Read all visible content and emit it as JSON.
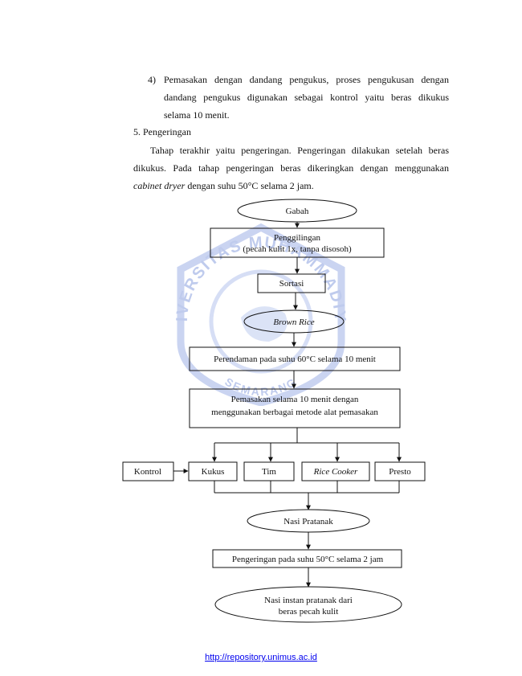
{
  "list_item_4": {
    "number": "4)",
    "lines": [
      "Pemasakan dengan dandang pengukus, proses pengukusan dengan",
      "dandang pengukus digunakan sebagai kontrol yaitu beras dikukus",
      "selama 10 menit."
    ]
  },
  "section_5": {
    "heading": "5. Pengeringan",
    "lines": [
      "Tahap terakhir yaitu pengeringan. Pengeringan dilakukan setelah beras",
      "dikukus. Pada tahap pengeringan beras dikeringkan dengan menggunakan"
    ],
    "last_line_italic": "cabinet dryer",
    "last_line_rest": " dengan suhu 50°C selama 2 jam."
  },
  "flowchart": {
    "gabah": "Gabah",
    "penggilingan": "Penggilingan",
    "penggilingan_sub": "(pecah kulit 1x, tanpa disosoh)",
    "sortasi": "Sortasi",
    "brown_rice": "Brown Rice",
    "perendaman": "Perendaman pada suhu 60°C selama 10 menit",
    "pemasakan_line1": "Pemasakan selama 10 menit dengan",
    "pemasakan_line2": "menggunakan berbagai metode alat pemasakan",
    "kontrol": "Kontrol",
    "kukus": "Kukus",
    "tim": "Tim",
    "rice_cooker": "Rice Cooker",
    "presto": "Presto",
    "nasi_pratanak": "Nasi Pratanak",
    "pengeringan": "Pengeringan pada suhu 50°C selama 2 jam",
    "nasi_instan_line1": "Nasi instan pratanak dari",
    "nasi_instan_line2": "beras pecah kulit"
  },
  "watermark": {
    "top_text": "UNIVERSITAS MUHAMMADIYAH",
    "bottom_text": "SEMARANG",
    "color": "#b9c6ec"
  },
  "footer": {
    "url": "http://repository.unimus.ac.id"
  }
}
